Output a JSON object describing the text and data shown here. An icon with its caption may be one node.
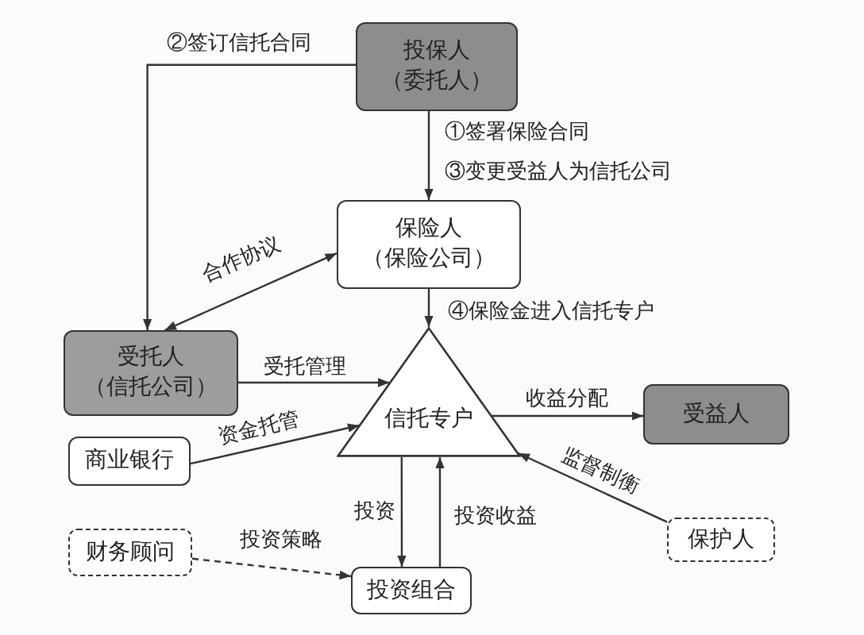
{
  "diagram": {
    "nodes": [
      {
        "text": [
          "投保人（委托人）"
        ]
      },
      {
        "text": [
          "保险人（保险公司）"
        ]
      },
      {
        "text": [
          "受托人（信托公司）"
        ]
      },
      {
        "text": [
          "信托专户"
        ]
      },
      {
        "text": [
          "受益人"
        ]
      },
      {
        "text": [
          "商业银行"
        ]
      },
      {
        "text": [
          "保护人"
        ]
      },
      {
        "text": [
          "财务顾问"
        ]
      },
      {
        "text": [
          "投资组合"
        ]
      }
    ],
    "edges": [
      {
        "from": 0,
        "to": 1,
        "arrow": "to",
        "label": "①签署保险合同"
      },
      {
        "from": 0,
        "to": 2,
        "arrow": "to",
        "label": "②签订信托合同"
      },
      {
        "from": 2,
        "to": 1,
        "arrow": "both",
        "label": "合作协议"
      },
      {
        "from": 1,
        "to": 3,
        "arrow": "to",
        "label": "④保险金进入信托专户"
      },
      {
        "from": 2,
        "to": 3,
        "arrow": "to",
        "label": "受托管理"
      },
      {
        "from": 3,
        "to": 4,
        "arrow": "to",
        "label": "收益分配"
      },
      {
        "from": 5,
        "to": 3,
        "arrow": "to",
        "label": "资金托管"
      },
      {
        "from": 6,
        "to": 3,
        "arrow": "to",
        "label": "监督制衡"
      },
      {
        "from": 7,
        "to": 8,
        "arrow": "to",
        "label": "投资策略",
        "style": "dashed"
      },
      {
        "from": 3,
        "to": 8,
        "arrow": "to",
        "label": "投资"
      },
      {
        "from": 8,
        "to": 3,
        "arrow": "to",
        "label": "投资收益"
      }
    ],
    "labels": [
      "③变更受益人为信托公司"
    ]
  }
}
